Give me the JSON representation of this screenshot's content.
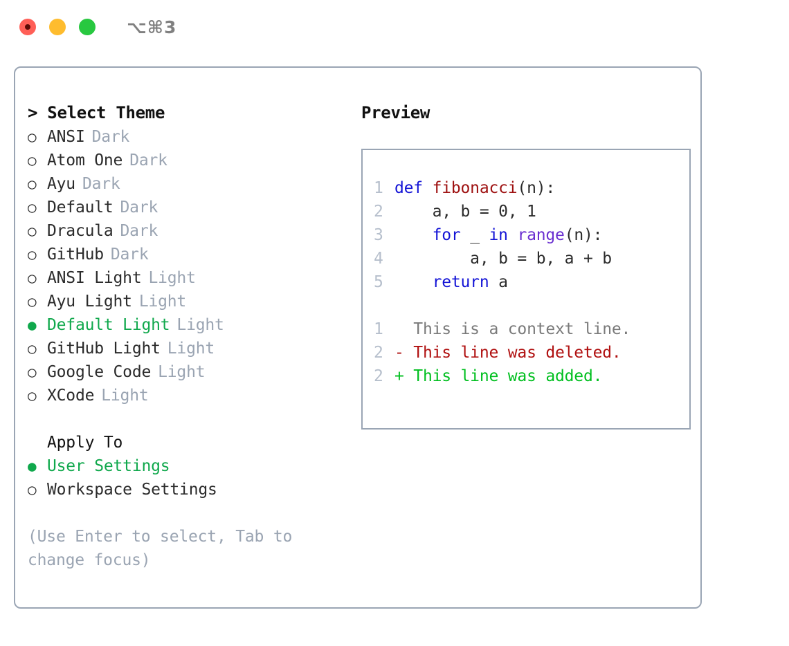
{
  "window": {
    "title": "⌥⌘3",
    "lights": [
      "close",
      "minimize",
      "maximize"
    ]
  },
  "theme_panel": {
    "header": "> Select Theme",
    "items": [
      {
        "bullet": "○",
        "label": "ANSI",
        "tag": "Dark",
        "selected": false
      },
      {
        "bullet": "○",
        "label": "Atom One",
        "tag": "Dark",
        "selected": false
      },
      {
        "bullet": "○",
        "label": "Ayu",
        "tag": "Dark",
        "selected": false
      },
      {
        "bullet": "○",
        "label": "Default",
        "tag": "Dark",
        "selected": false
      },
      {
        "bullet": "○",
        "label": "Dracula",
        "tag": "Dark",
        "selected": false
      },
      {
        "bullet": "○",
        "label": "GitHub",
        "tag": "Dark",
        "selected": false
      },
      {
        "bullet": "○",
        "label": "ANSI Light",
        "tag": "Light",
        "selected": false
      },
      {
        "bullet": "○",
        "label": "Ayu Light",
        "tag": "Light",
        "selected": false
      },
      {
        "bullet": "●",
        "label": "Default Light",
        "tag": "Light",
        "selected": true
      },
      {
        "bullet": "○",
        "label": "GitHub Light",
        "tag": "Light",
        "selected": false
      },
      {
        "bullet": "○",
        "label": "Google Code",
        "tag": "Light",
        "selected": false
      },
      {
        "bullet": "○",
        "label": "XCode",
        "tag": "Light",
        "selected": false
      }
    ]
  },
  "apply_to": {
    "title": "Apply To",
    "items": [
      {
        "bullet": "●",
        "label": "User Settings",
        "selected": true
      },
      {
        "bullet": "○",
        "label": "Workspace Settings",
        "selected": false
      }
    ]
  },
  "hint": "(Use Enter to select, Tab to change focus)",
  "preview": {
    "title": "Preview",
    "code_lines": [
      {
        "no": "1",
        "tokens": [
          {
            "t": "def ",
            "k": "kw"
          },
          {
            "t": "fibonacci",
            "k": "fn"
          },
          {
            "t": "(n):",
            "k": "pl"
          }
        ]
      },
      {
        "no": "2",
        "tokens": [
          {
            "t": "    a, b = 0, 1",
            "k": "pl"
          }
        ]
      },
      {
        "no": "3",
        "tokens": [
          {
            "t": "    ",
            "k": "pl"
          },
          {
            "t": "for",
            "k": "kw"
          },
          {
            "t": " _ ",
            "k": "pl"
          },
          {
            "t": "in",
            "k": "kw"
          },
          {
            "t": " ",
            "k": "pl"
          },
          {
            "t": "range",
            "k": "bi"
          },
          {
            "t": "(n):",
            "k": "pl"
          }
        ]
      },
      {
        "no": "4",
        "tokens": [
          {
            "t": "        a, b = b, a + b",
            "k": "pl"
          }
        ]
      },
      {
        "no": "5",
        "tokens": [
          {
            "t": "    ",
            "k": "pl"
          },
          {
            "t": "return",
            "k": "kw"
          },
          {
            "t": " a",
            "k": "pl"
          }
        ]
      }
    ],
    "diff_lines": [
      {
        "no": "1",
        "marker": "  ",
        "text": "This is a context line.",
        "kind": "ctx"
      },
      {
        "no": "2",
        "marker": "- ",
        "text": "This line was deleted.",
        "kind": "del"
      },
      {
        "no": "2",
        "marker": "+ ",
        "text": "This line was added.",
        "kind": "add"
      }
    ]
  },
  "colors": {
    "accent_green": "#10a84c",
    "muted": "#9aa4b2",
    "border": "#9aa5b4",
    "keyword": "#1414d6",
    "function": "#9e1010",
    "builtin": "#6a2fd0",
    "diff_delete": "#b01010",
    "diff_add": "#00bf1f"
  }
}
